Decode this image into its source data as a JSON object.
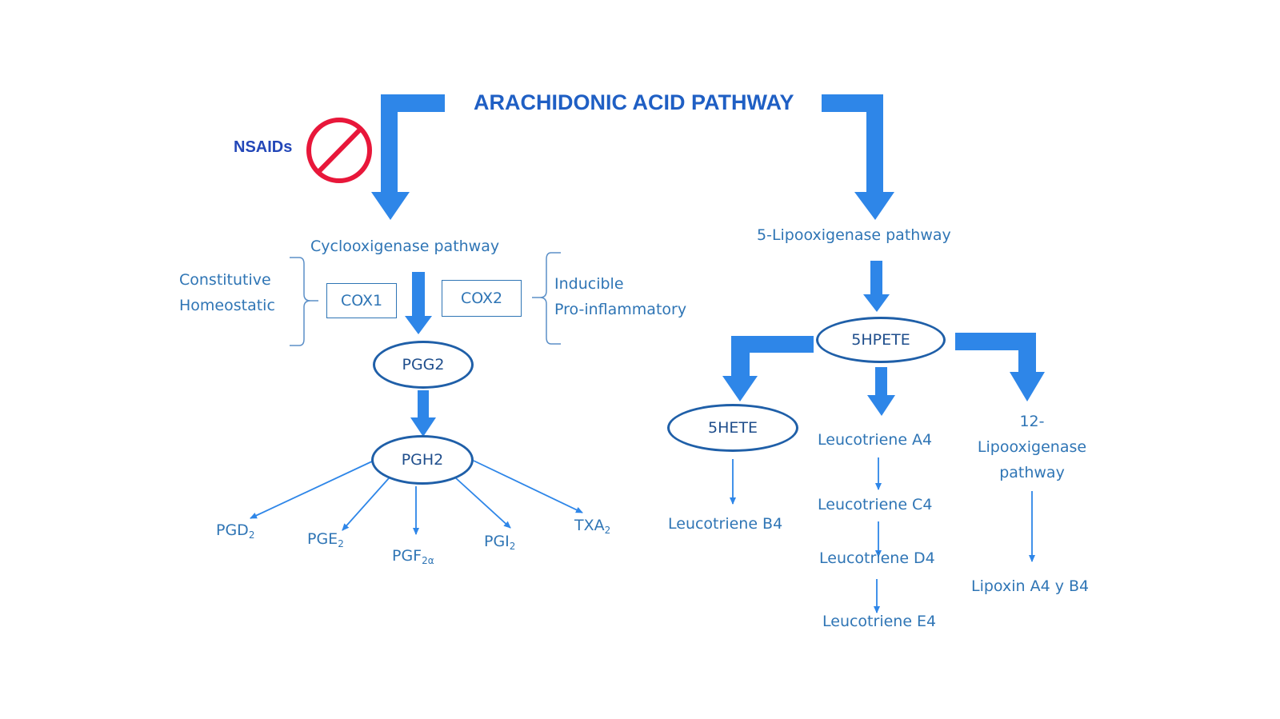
{
  "title": "ARACHIDONIC ACID PATHWAY",
  "inhibitor": {
    "label": "NSAIDs",
    "icon": "prohibition-icon",
    "color": "#e8173a"
  },
  "colors": {
    "arrow": "#2e86e8",
    "text": "#2f75b5",
    "title": "#1f5fc4"
  },
  "cox": {
    "pathway": "Cyclooxigenase pathway",
    "left_note": [
      "Constitutive",
      "Homeostatic"
    ],
    "right_note": [
      "Inducible",
      "Pro-inflammatory"
    ],
    "enzymes": [
      "COX1",
      "COX2"
    ],
    "pgg2": "PGG2",
    "pgh2": "PGH2",
    "products": [
      {
        "base": "PGD",
        "sub": "2"
      },
      {
        "base": "PGE",
        "sub": "2"
      },
      {
        "base": "PGF",
        "sub": "2α"
      },
      {
        "base": "PGI",
        "sub": "2"
      },
      {
        "base": "TXA",
        "sub": "2"
      }
    ]
  },
  "lox": {
    "pathway": "5-Lipooxigenase pathway",
    "hpete": "5HPETE",
    "hete": "5HETE",
    "ltb4": "Leucotriene B4",
    "leucotrienes": [
      "Leucotriene A4",
      "Leucotriene C4",
      "Leucotriene D4",
      "Leucotriene E4"
    ],
    "twelve_lox": [
      "12-",
      "Lipooxigenase",
      "pathway"
    ],
    "lipoxin": "Lipoxin A4 y B4"
  }
}
